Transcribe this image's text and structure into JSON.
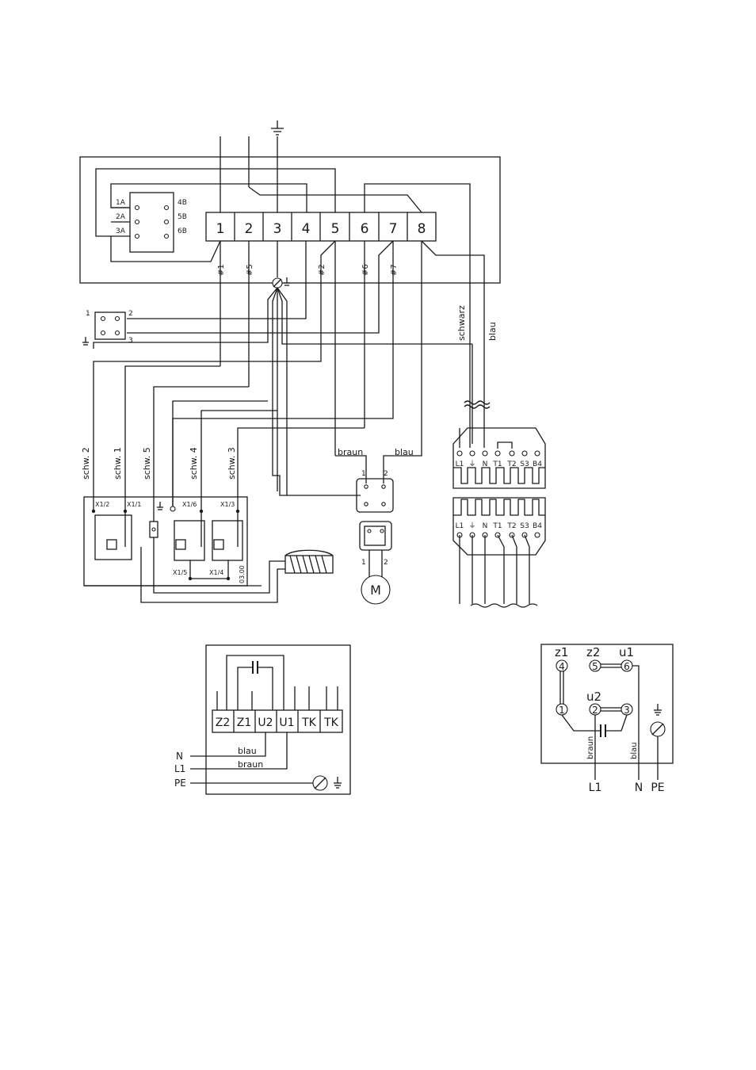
{
  "main_terminals": [
    "1",
    "2",
    "3",
    "4",
    "5",
    "6",
    "7",
    "8"
  ],
  "wire_ids": [
    "#1",
    "#5",
    "#2",
    "#6",
    "#7"
  ],
  "switch_labels": [
    "1A",
    "2A",
    "3A",
    "4B",
    "5B",
    "6B"
  ],
  "small_connector": [
    "1",
    "2",
    "3"
  ],
  "sensor_wires": [
    "schw. 2",
    "schw. 1",
    "schw. 5",
    "schw. 4",
    "schw. 3"
  ],
  "sensor_nodes": [
    "X1/2",
    "X1/1",
    "X1/6",
    "X1/3",
    "X1/5",
    "X1/4"
  ],
  "sensor_box_code": "03.00",
  "motor_wire_left": "braun",
  "motor_wire_right": "blau",
  "motor_pins": [
    "1",
    "2"
  ],
  "motor_label": "M",
  "cable_labels": [
    "schwarz",
    "blau"
  ],
  "plug_top": [
    "L1",
    "⏚",
    "N",
    "T1",
    "T2",
    "S3",
    "B4"
  ],
  "plug_bottom": [
    "L1",
    "⏚",
    "N",
    "T1",
    "T2",
    "S3",
    "B4"
  ],
  "cap_terminals": [
    "Z2",
    "Z1",
    "U2",
    "U1",
    "TK",
    "TK"
  ],
  "cap_feed": [
    "N",
    "L1",
    "PE"
  ],
  "cap_wires": [
    "blau",
    "braun"
  ],
  "motor_terminals": {
    "top": [
      "z1",
      "z2",
      "u1"
    ],
    "mid": "u2",
    "bottom_wires": [
      "braun",
      "blau"
    ],
    "feed": [
      "L1",
      "N",
      "PE"
    ],
    "numbers": [
      "4",
      "5",
      "6",
      "1",
      "2",
      "3"
    ]
  }
}
